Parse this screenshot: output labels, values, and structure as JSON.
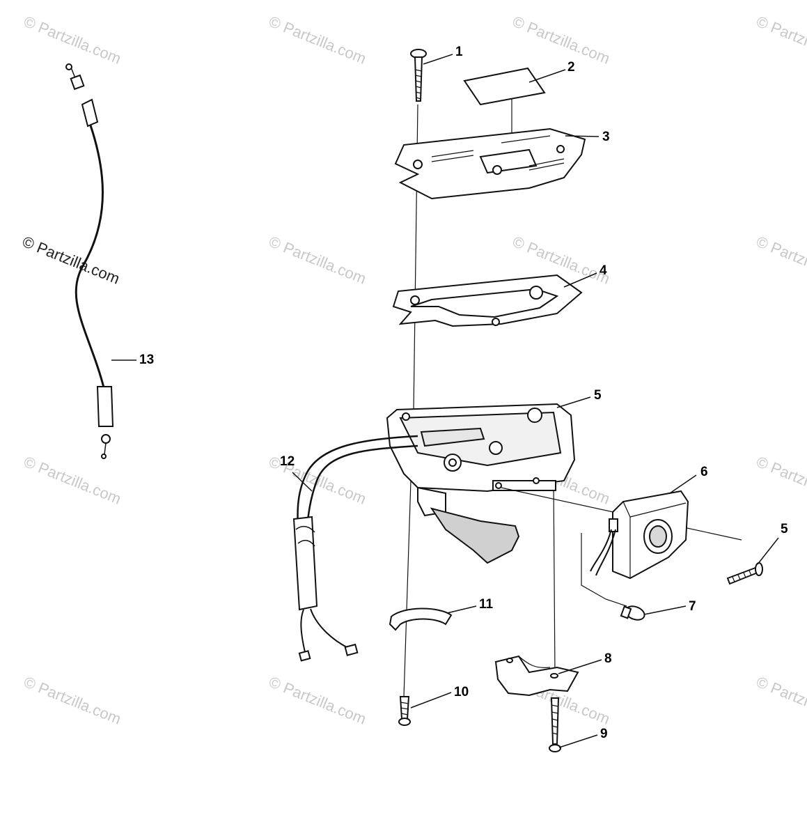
{
  "watermark_text": "© Partzilla.com",
  "callouts": [
    {
      "id": "c1",
      "label": "1"
    },
    {
      "id": "c2",
      "label": "2"
    },
    {
      "id": "c3",
      "label": "3"
    },
    {
      "id": "c4",
      "label": "4"
    },
    {
      "id": "c5a",
      "label": "5"
    },
    {
      "id": "c6",
      "label": "6"
    },
    {
      "id": "c5b",
      "label": "5"
    },
    {
      "id": "c7",
      "label": "7"
    },
    {
      "id": "c11",
      "label": "11"
    },
    {
      "id": "c8",
      "label": "8"
    },
    {
      "id": "c10",
      "label": "10"
    },
    {
      "id": "c9",
      "label": "9"
    },
    {
      "id": "c12",
      "label": "12"
    },
    {
      "id": "c13",
      "label": "13"
    }
  ]
}
